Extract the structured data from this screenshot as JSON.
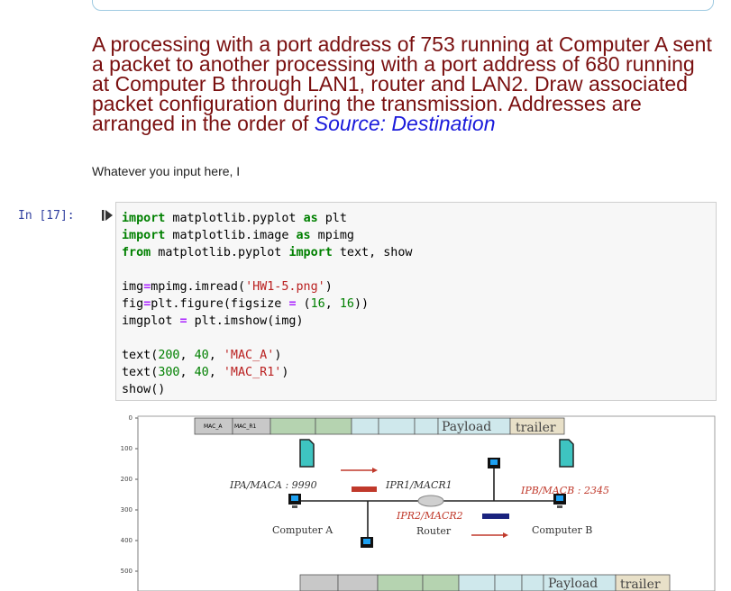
{
  "question": {
    "text_main": "A processing with a port address of 753 running at Computer A sent a packet to another processing with a port address of 680 running at Computer B through LAN1, router and LAN2. Draw associated packet configuration during the transmission. Addresses are arranged in the order of ",
    "text_highlight": "Source: Destination"
  },
  "markdown_cell": {
    "text": "Whatever you input here, I"
  },
  "code_cell": {
    "prompt": "In [17]:",
    "lines": [
      "import matplotlib.pyplot as plt",
      "import matplotlib.image as mpimg",
      "from matplotlib.pyplot import text, show",
      "",
      "img=mpimg.imread('HW1-5.png')",
      "fig=plt.figure(figsize = (16, 16))",
      "imgplot = plt.imshow(img)",
      "",
      "text(200, 40, 'MAC_A')",
      "text(300, 40, 'MAC_R1')",
      "show()"
    ]
  },
  "figure": {
    "y_ticks": [
      "0",
      "100",
      "200",
      "300",
      "400",
      "500"
    ],
    "top_packet": {
      "labels": [
        "MAC_A",
        "MAC_R1"
      ],
      "payload": "Payload",
      "trailer": "trailer"
    },
    "bottom_packet": {
      "payload": "Payload",
      "trailer": "trailer"
    },
    "computer_a": {
      "label": "Computer A",
      "addr": "IPA/MACA  :  9990"
    },
    "computer_b": {
      "label": "Computer B",
      "addr": "IPB/MACB  :  2345"
    },
    "router": {
      "label": "Router",
      "addr_r1": "IPR1/MACR1",
      "addr_r2": "IPR2/MACR2"
    },
    "colors": {
      "accent_red": "#c0392b",
      "accent_blue": "#1a237e",
      "packet_green": "#b5d3b0",
      "packet_blue": "#cfe8ec",
      "trailer_tan": "#e8e0c8"
    }
  }
}
